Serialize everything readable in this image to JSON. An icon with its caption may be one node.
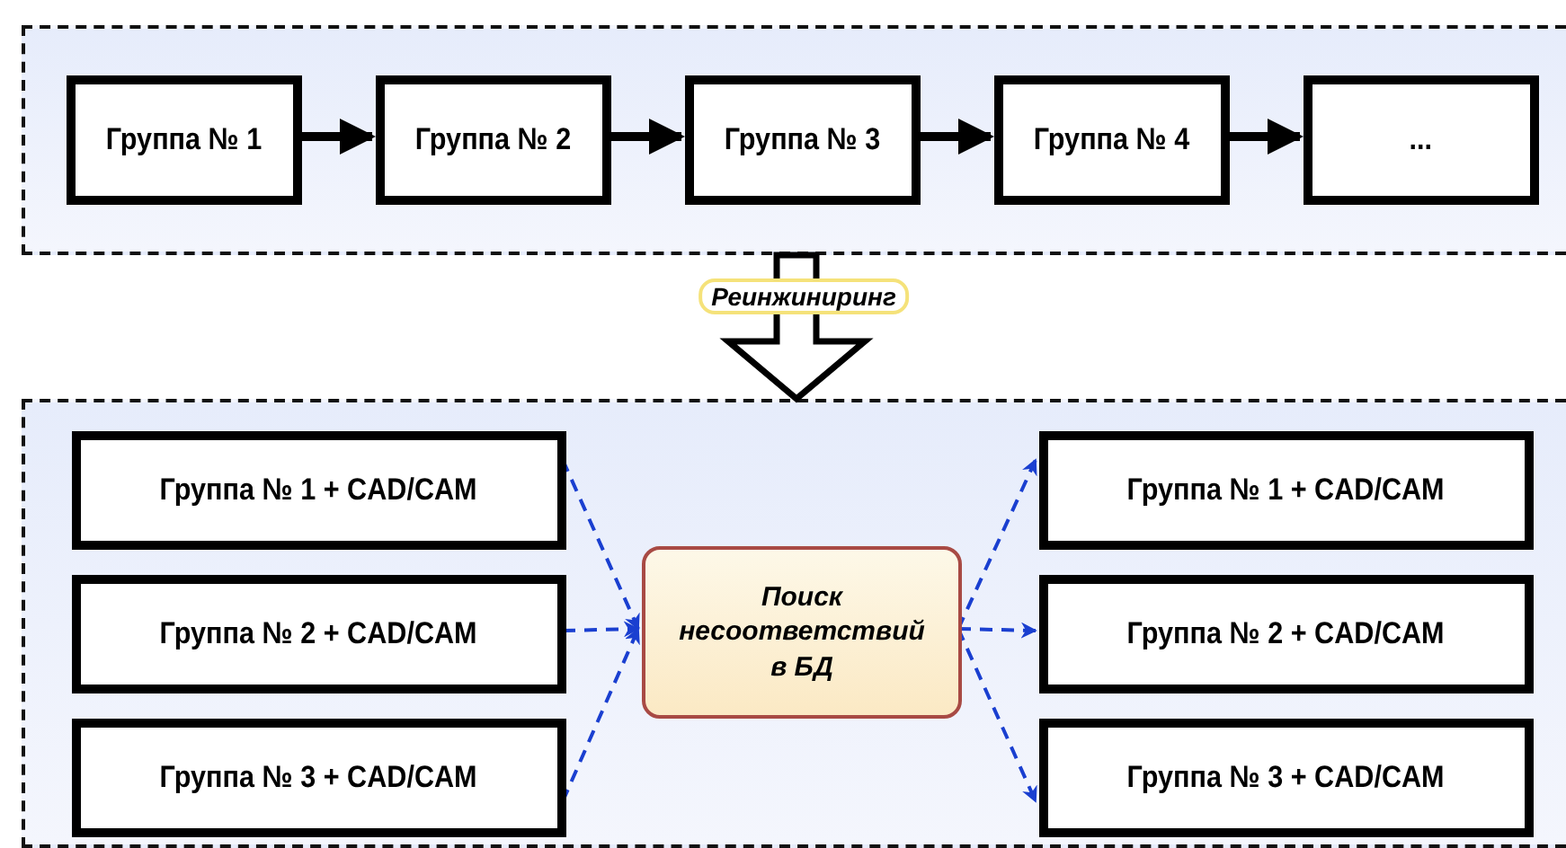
{
  "diagram": {
    "nodes": [
      {
        "text": [],
        "shape": "box"
      },
      {
        "text": [
          "Группа № 1"
        ],
        "in": 0
      },
      {
        "text": [
          "Группа № 2"
        ],
        "in": 0
      },
      {
        "text": [
          "Группа № 3"
        ],
        "in": 0
      },
      {
        "text": [
          "Группа № 4"
        ],
        "in": 0
      },
      {
        "text": [
          "..."
        ],
        "in": 0
      },
      {
        "text": [],
        "shape": "box"
      },
      {
        "text": [
          "Группа № 1 + CAD/CAM"
        ],
        "in": 6
      },
      {
        "text": [
          "Группа № 2 + CAD/CAM"
        ],
        "in": 6
      },
      {
        "text": [
          "Группа № 3 + CAD/CAM"
        ],
        "in": 6
      },
      {
        "text": [
          "Поиск несоответствий в БД"
        ],
        "in": 6
      },
      {
        "text": [
          "Группа № 1 + CAD/CAM"
        ],
        "in": 6
      },
      {
        "text": [
          "Группа № 2 + CAD/CAM"
        ],
        "in": 6
      },
      {
        "text": [
          "Группа № 3 + CAD/CAM"
        ],
        "in": 6
      }
    ],
    "edges": [
      {
        "from": 0,
        "to": 6,
        "arrow": "to",
        "label": "Реинжиниринг",
        "style": "thick"
      },
      {
        "from": 1,
        "to": 2,
        "arrow": "to",
        "style": "thick",
        "color": "#000000"
      },
      {
        "from": 2,
        "to": 3,
        "arrow": "to",
        "style": "thick",
        "color": "#000000"
      },
      {
        "from": 3,
        "to": 4,
        "arrow": "to",
        "style": "thick",
        "color": "#000000"
      },
      {
        "from": 4,
        "to": 5,
        "arrow": "to",
        "style": "thick",
        "color": "#000000"
      },
      {
        "from": 7,
        "to": 10,
        "arrow": "to",
        "style": "dashed",
        "color": "#1a3fd0"
      },
      {
        "from": 8,
        "to": 10,
        "arrow": "to",
        "style": "dashed",
        "color": "#1a3fd0"
      },
      {
        "from": 9,
        "to": 10,
        "arrow": "to",
        "style": "dashed",
        "color": "#1a3fd0"
      },
      {
        "from": 10,
        "to": 11,
        "arrow": "to",
        "style": "dashed",
        "color": "#1a3fd0"
      },
      {
        "from": 10,
        "to": 12,
        "arrow": "to",
        "style": "dashed",
        "color": "#1a3fd0"
      },
      {
        "from": 10,
        "to": 13,
        "arrow": "to",
        "style": "dashed",
        "color": "#1a3fd0"
      }
    ]
  }
}
